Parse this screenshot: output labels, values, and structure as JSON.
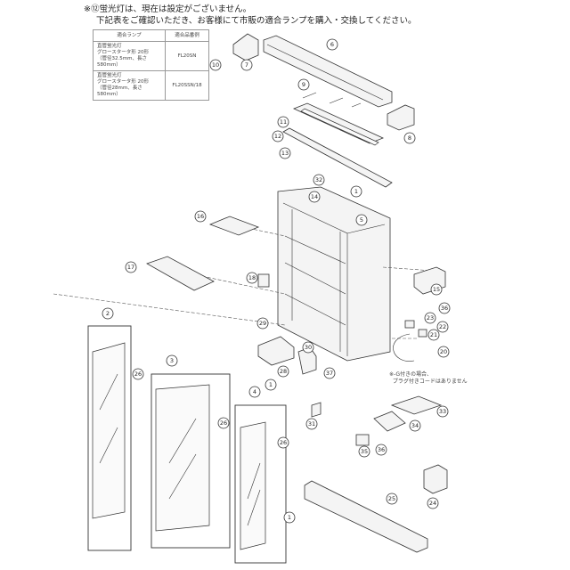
{
  "notes": {
    "line1": "※⑫蛍光灯は、現在は設定がございません。",
    "line2": "下記表をご確認いただき、お客様にて市販の適合ランプを購入・交換してください。"
  },
  "lamp_table": {
    "headers": [
      "適合ランプ",
      "適合品番例"
    ],
    "rows": [
      {
        "lamp": [
          "直管蛍光灯",
          "グロースタータ形 20形",
          "（管径32.5mm、長さ580mm）"
        ],
        "part": "FL20SN"
      },
      {
        "lamp": [
          "直管蛍光灯",
          "グロースタータ形 20形",
          "（管径28mm、長さ580mm）"
        ],
        "part": "FL20SSN/18"
      }
    ]
  },
  "g_note": "※-G付きの場合、\n  プラグ付きコードはありません",
  "callouts": [
    "1",
    "2",
    "3",
    "4",
    "5",
    "6",
    "7",
    "8",
    "9",
    "10",
    "11",
    "12",
    "13",
    "14",
    "15",
    "16",
    "17",
    "18",
    "20",
    "21",
    "22",
    "23",
    "24",
    "25",
    "26",
    "28",
    "29",
    "30",
    "31",
    "32",
    "33",
    "34",
    "35",
    "36",
    "37"
  ]
}
